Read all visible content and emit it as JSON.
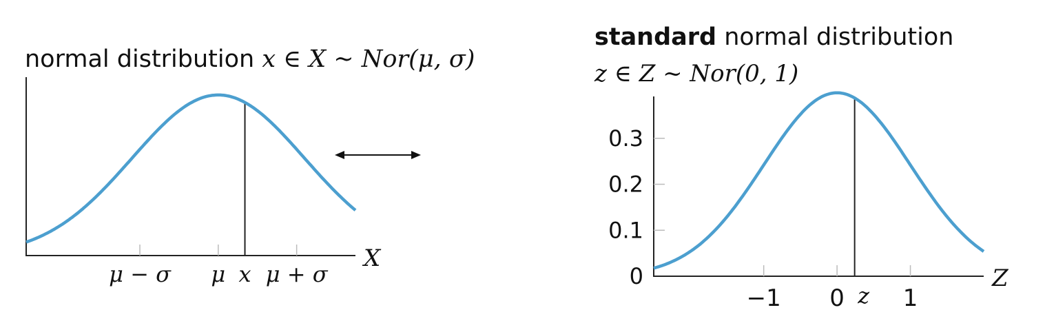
{
  "left_panel": {
    "title_text": "normal distribution ",
    "title_formula": "x ∈ X ~ Nor(μ, σ)",
    "axis_label": "X",
    "ticks": [
      "μ − σ",
      "μ",
      "μ + σ"
    ],
    "marker_label": "x"
  },
  "arrow": {
    "meaning": "double-headed arrow"
  },
  "right_panel": {
    "title_bold": "standard",
    "title_rest": " normal distribution",
    "title_formula": "z ∈ Z ~ Nor(0, 1)",
    "axis_label": "Z",
    "marker_label": "z"
  },
  "colors": {
    "curve": "#4c9fcf",
    "axis": "#222222",
    "tick": "#bbbbbb"
  },
  "chart_data": [
    {
      "type": "line",
      "title": "normal distribution x ∈ X ~ Nor(μ, σ)",
      "xlabel": "X",
      "ylabel": "",
      "x_ticks": [
        -1,
        0,
        1
      ],
      "x_tick_labels": [
        "μ − σ",
        "μ",
        "μ + σ"
      ],
      "xlim": [
        -2.45,
        1.75
      ],
      "ylim": [
        0,
        0.42
      ],
      "marker_x": 0.34,
      "series": [
        {
          "name": "",
          "function": "normal pdf",
          "mean": 0,
          "sd": 1.1
        }
      ]
    },
    {
      "type": "line",
      "title": "standard normal distribution z ∈ Z ~ Nor(0, 1)",
      "xlabel": "Z",
      "ylabel": "",
      "x_ticks": [
        -1,
        0,
        1
      ],
      "x_tick_labels": [
        "−1",
        "0",
        "1"
      ],
      "y_ticks": [
        0,
        0.1,
        0.2,
        0.3
      ],
      "y_tick_labels": [
        "0",
        "0.1",
        "0.2",
        "0.3"
      ],
      "xlim": [
        -2.5,
        2.0
      ],
      "ylim": [
        0,
        0.4
      ],
      "marker_x": 0.24,
      "series": [
        {
          "name": "",
          "function": "normal pdf",
          "mean": 0,
          "sd": 1
        }
      ]
    }
  ]
}
